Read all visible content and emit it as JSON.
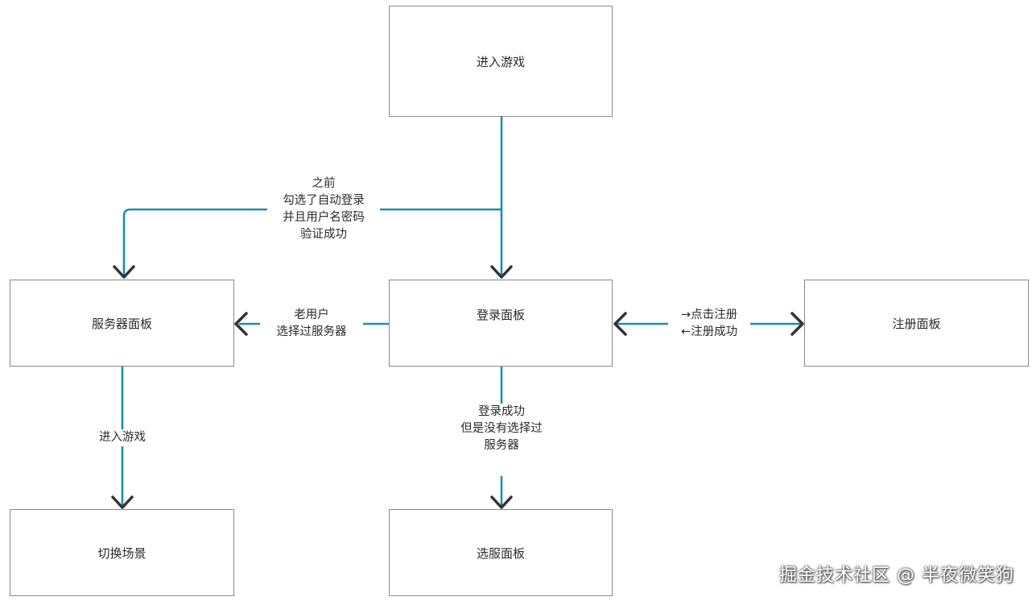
{
  "colors": {
    "connector": "#1a8fb0",
    "arrowhead": "#333333",
    "node_border": "#8a8a8a"
  },
  "nodes": {
    "enter_game_top": "进入游戏",
    "login_panel": "登录面板",
    "server_panel": "服务器面板",
    "register_panel": "注册面板",
    "switch_scene": "切换场景",
    "select_server_panel": "选服面板"
  },
  "edges": {
    "auto_login": [
      "之前",
      "勾选了自动登录",
      "并且用户名密码",
      "验证成功"
    ],
    "old_user": [
      "老用户",
      "选择过服务器"
    ],
    "register": [
      "→点击注册",
      "←注册成功"
    ],
    "server_enter_game": [
      "进入游戏"
    ],
    "login_no_server": [
      "登录成功",
      "但是没有选择过",
      "服务器"
    ]
  },
  "watermark": "掘金技术社区 @ 半夜微笑狗"
}
